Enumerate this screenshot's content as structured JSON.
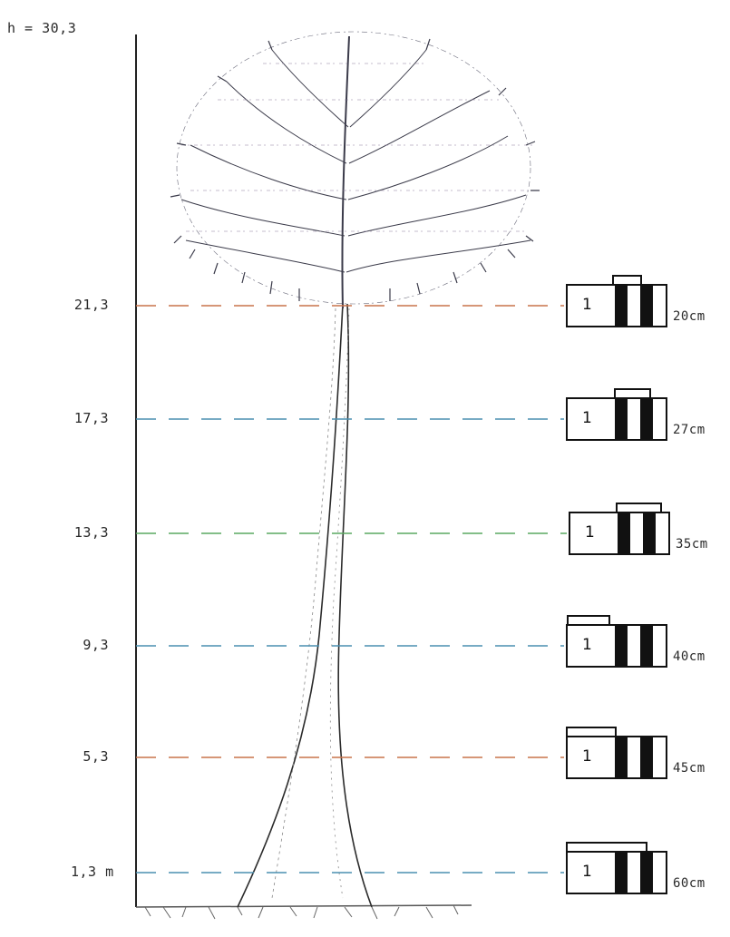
{
  "height_label": "h = 30,3",
  "unit_suffix": "m",
  "rows": [
    {
      "height": "21,3",
      "gauge_number": "1",
      "diameter": "20cm"
    },
    {
      "height": "17,3",
      "gauge_number": "1",
      "diameter": "27cm"
    },
    {
      "height": "13,3",
      "gauge_number": "1",
      "diameter": "35cm"
    },
    {
      "height": "9,3",
      "gauge_number": "1",
      "diameter": "40cm"
    },
    {
      "height": "5,3",
      "gauge_number": "1",
      "diameter": "45cm"
    },
    {
      "height": "1,3",
      "gauge_number": "1",
      "diameter": "60cm"
    }
  ],
  "colors": {
    "ink": "#2a2a2a",
    "dash_warm": "#c9734a",
    "dash_cool": "#4a8fb0",
    "dash_green": "#5aa860",
    "foliage": "#3b3b4a"
  }
}
